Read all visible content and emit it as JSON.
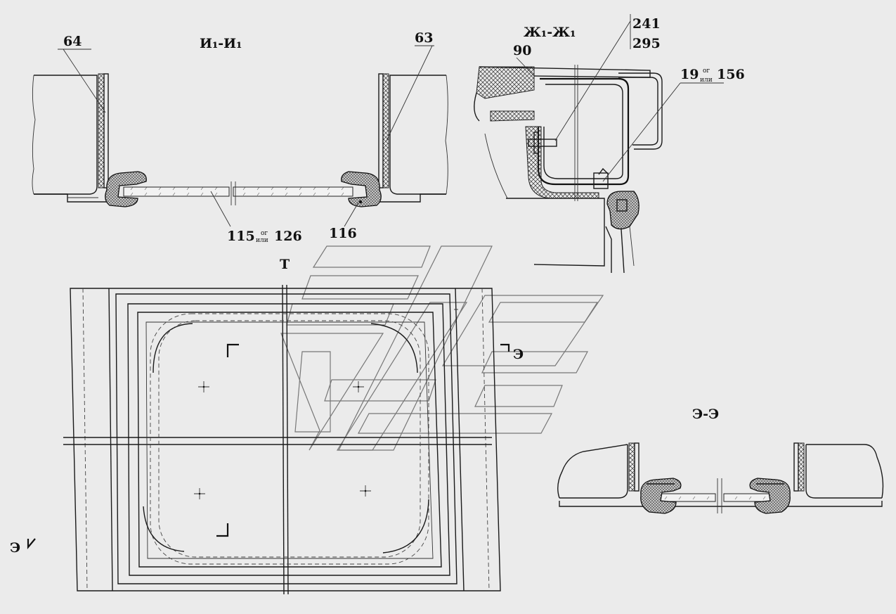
{
  "sections": {
    "i1": {
      "title": "И₁-И₁"
    },
    "zh1": {
      "title": "Ж₁-Ж₁"
    },
    "ee": {
      "title": "Э-Э"
    }
  },
  "markers": {
    "view_t": "Т",
    "cut_e_right": "Э",
    "cut_e_left": "Э"
  },
  "callouts": {
    "c64": "64",
    "c63": "63",
    "c90": "90",
    "c241": "241",
    "c295": "295",
    "c19_main": "19",
    "c19_og": "ог",
    "c19_ili": "или",
    "c19_alt": "156",
    "c115_main": "115",
    "c115_og": "ог",
    "c115_ili": "или",
    "c115_alt": "126",
    "c116": "116"
  }
}
